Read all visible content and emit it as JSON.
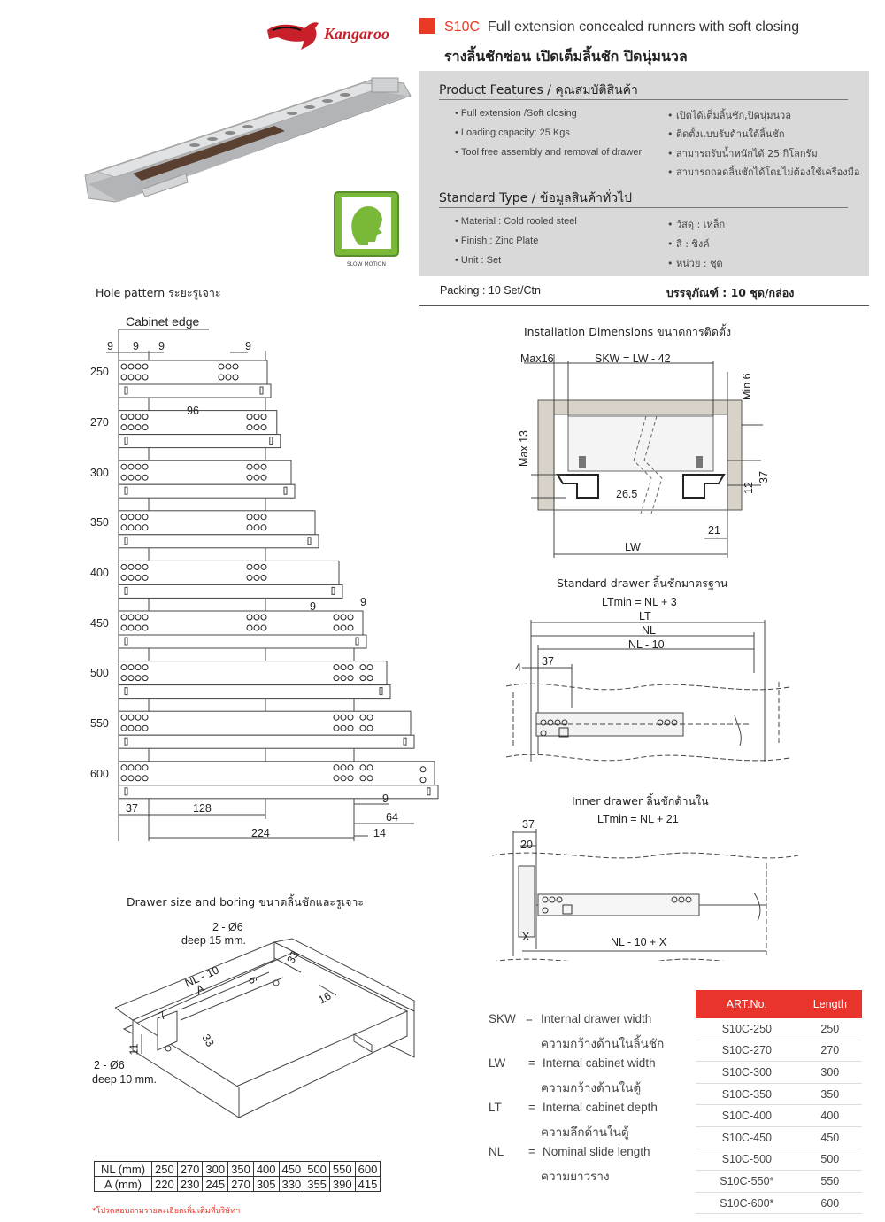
{
  "brand": {
    "name": "Kangaroo",
    "slow_motion": "SLOW MOTION"
  },
  "header": {
    "code": "S10C",
    "title_en": "Full extension concealed runners with soft closing",
    "title_th": "รางลิ้นชักซ่อน เปิดเต็มลิ้นชัก ปิดนุ่มนวล"
  },
  "features": {
    "title": "Product Features / คุณสมบัติสินค้า",
    "en": [
      "Full extension /Soft closing",
      "Loading capacity: 25 Kgs",
      "Tool free assembly and removal of drawer"
    ],
    "th": [
      "เปิดได้เต็มลิ้นชัก,ปิดนุ่มนวล",
      "ติดตั้งแบบรับด้านใต้ลิ้นชัก",
      "สามารถรับน้ำหนักได้ 25 กิโลกรัม",
      "สามารถถอดลิ้นชักได้โดยไม่ต้องใช้เครื่องมือ"
    ]
  },
  "standard": {
    "title": "Standard Type / ข้อมูลสินค้าทั่วไป",
    "en": [
      "Material : Cold rooled steel",
      "Finish : Zinc Plate",
      "Unit : Set"
    ],
    "th": [
      "วัสดุ : เหล็ก",
      "สี : ซิงค์",
      "หน่วย : ชุด"
    ]
  },
  "packing": {
    "en": "Packing : 10 Set/Ctn",
    "th": "บรรจุภัณฑ์ : 10 ชุด/กล่อง"
  },
  "hole_pattern": {
    "title": "Hole pattern ระยะรูเจาะ",
    "cabinet_edge": "Cabinet edge",
    "top_dims": [
      "9",
      "9",
      "9",
      "9"
    ],
    "dim_96": "96",
    "lengths": [
      "250",
      "270",
      "300",
      "350",
      "400",
      "450",
      "500",
      "550",
      "600"
    ],
    "mid_dims": [
      "9",
      "9"
    ],
    "bottom_dims": {
      "d37": "37",
      "d128": "128",
      "d224": "224",
      "d9": "9",
      "d64": "64",
      "d14": "14"
    }
  },
  "installation": {
    "title": "Installation Dimensions ขนาดการติดตั้ง",
    "max16": "Max16",
    "skw": "SKW = LW - 42",
    "min6": "Min 6",
    "max13": "Max 13",
    "d26": "26.5",
    "d12": "12",
    "d37": "37",
    "d21": "21",
    "lw": "LW"
  },
  "standard_drawer": {
    "title": "Standard drawer ลิ้นชักมาตรฐาน",
    "ltmin": "LTmin = NL + 3",
    "lt": "LT",
    "nl": "NL",
    "nl10": "NL - 10",
    "d4": "4",
    "d37": "37"
  },
  "inner_drawer": {
    "title": "Inner drawer ลิ้นชักด้านใน",
    "ltmin": "LTmin = NL + 21",
    "d37": "37",
    "d20": "20",
    "x": "X",
    "nlx": "NL - 10 + X"
  },
  "drawer_size": {
    "title": "Drawer size and boring ขนาดลิ้นชักและรูเจาะ",
    "hole1": "2 - Ø6",
    "deep1": "deep 15 mm.",
    "hole2": "2 - Ø6",
    "deep2": "deep 10 mm.",
    "nl10": "NL - 10",
    "a": "A",
    "d6": "6",
    "d33a": "33",
    "d16": "16",
    "d7": "7",
    "d11": "11",
    "d33b": "33"
  },
  "legend": [
    {
      "term": "SKW",
      "en": "Internal drawer width",
      "th": "ความกว้างด้านในลิ้นชัก"
    },
    {
      "term": "LW",
      "en": "Internal cabinet width",
      "th": "ความกว้างด้านในตู้"
    },
    {
      "term": "LT",
      "en": "Internal cabinet depth",
      "th": "ความลึกด้านในตู้"
    },
    {
      "term": "NL",
      "en": "Nominal slide length",
      "th": "ความยาวราง"
    }
  ],
  "art_table": {
    "headers": [
      "ART.No.",
      "Length"
    ],
    "rows": [
      [
        "S10C-250",
        "250"
      ],
      [
        "S10C-270",
        "270"
      ],
      [
        "S10C-300",
        "300"
      ],
      [
        "S10C-350",
        "350"
      ],
      [
        "S10C-400",
        "400"
      ],
      [
        "S10C-450",
        "450"
      ],
      [
        "S10C-500",
        "500"
      ],
      [
        "S10C-550*",
        "550"
      ],
      [
        "S10C-600*",
        "600"
      ]
    ]
  },
  "nl_table": {
    "nl_label": "NL (mm)",
    "a_label": "A (mm)",
    "nl": [
      "250",
      "270",
      "300",
      "350",
      "400",
      "450",
      "500",
      "550",
      "600"
    ],
    "a": [
      "220",
      "230",
      "245",
      "270",
      "305",
      "330",
      "355",
      "390",
      "415"
    ]
  },
  "footnote": "*โปรดสอบถามรายละเอียดเพิ่มเติมที่บริษัทฯ"
}
